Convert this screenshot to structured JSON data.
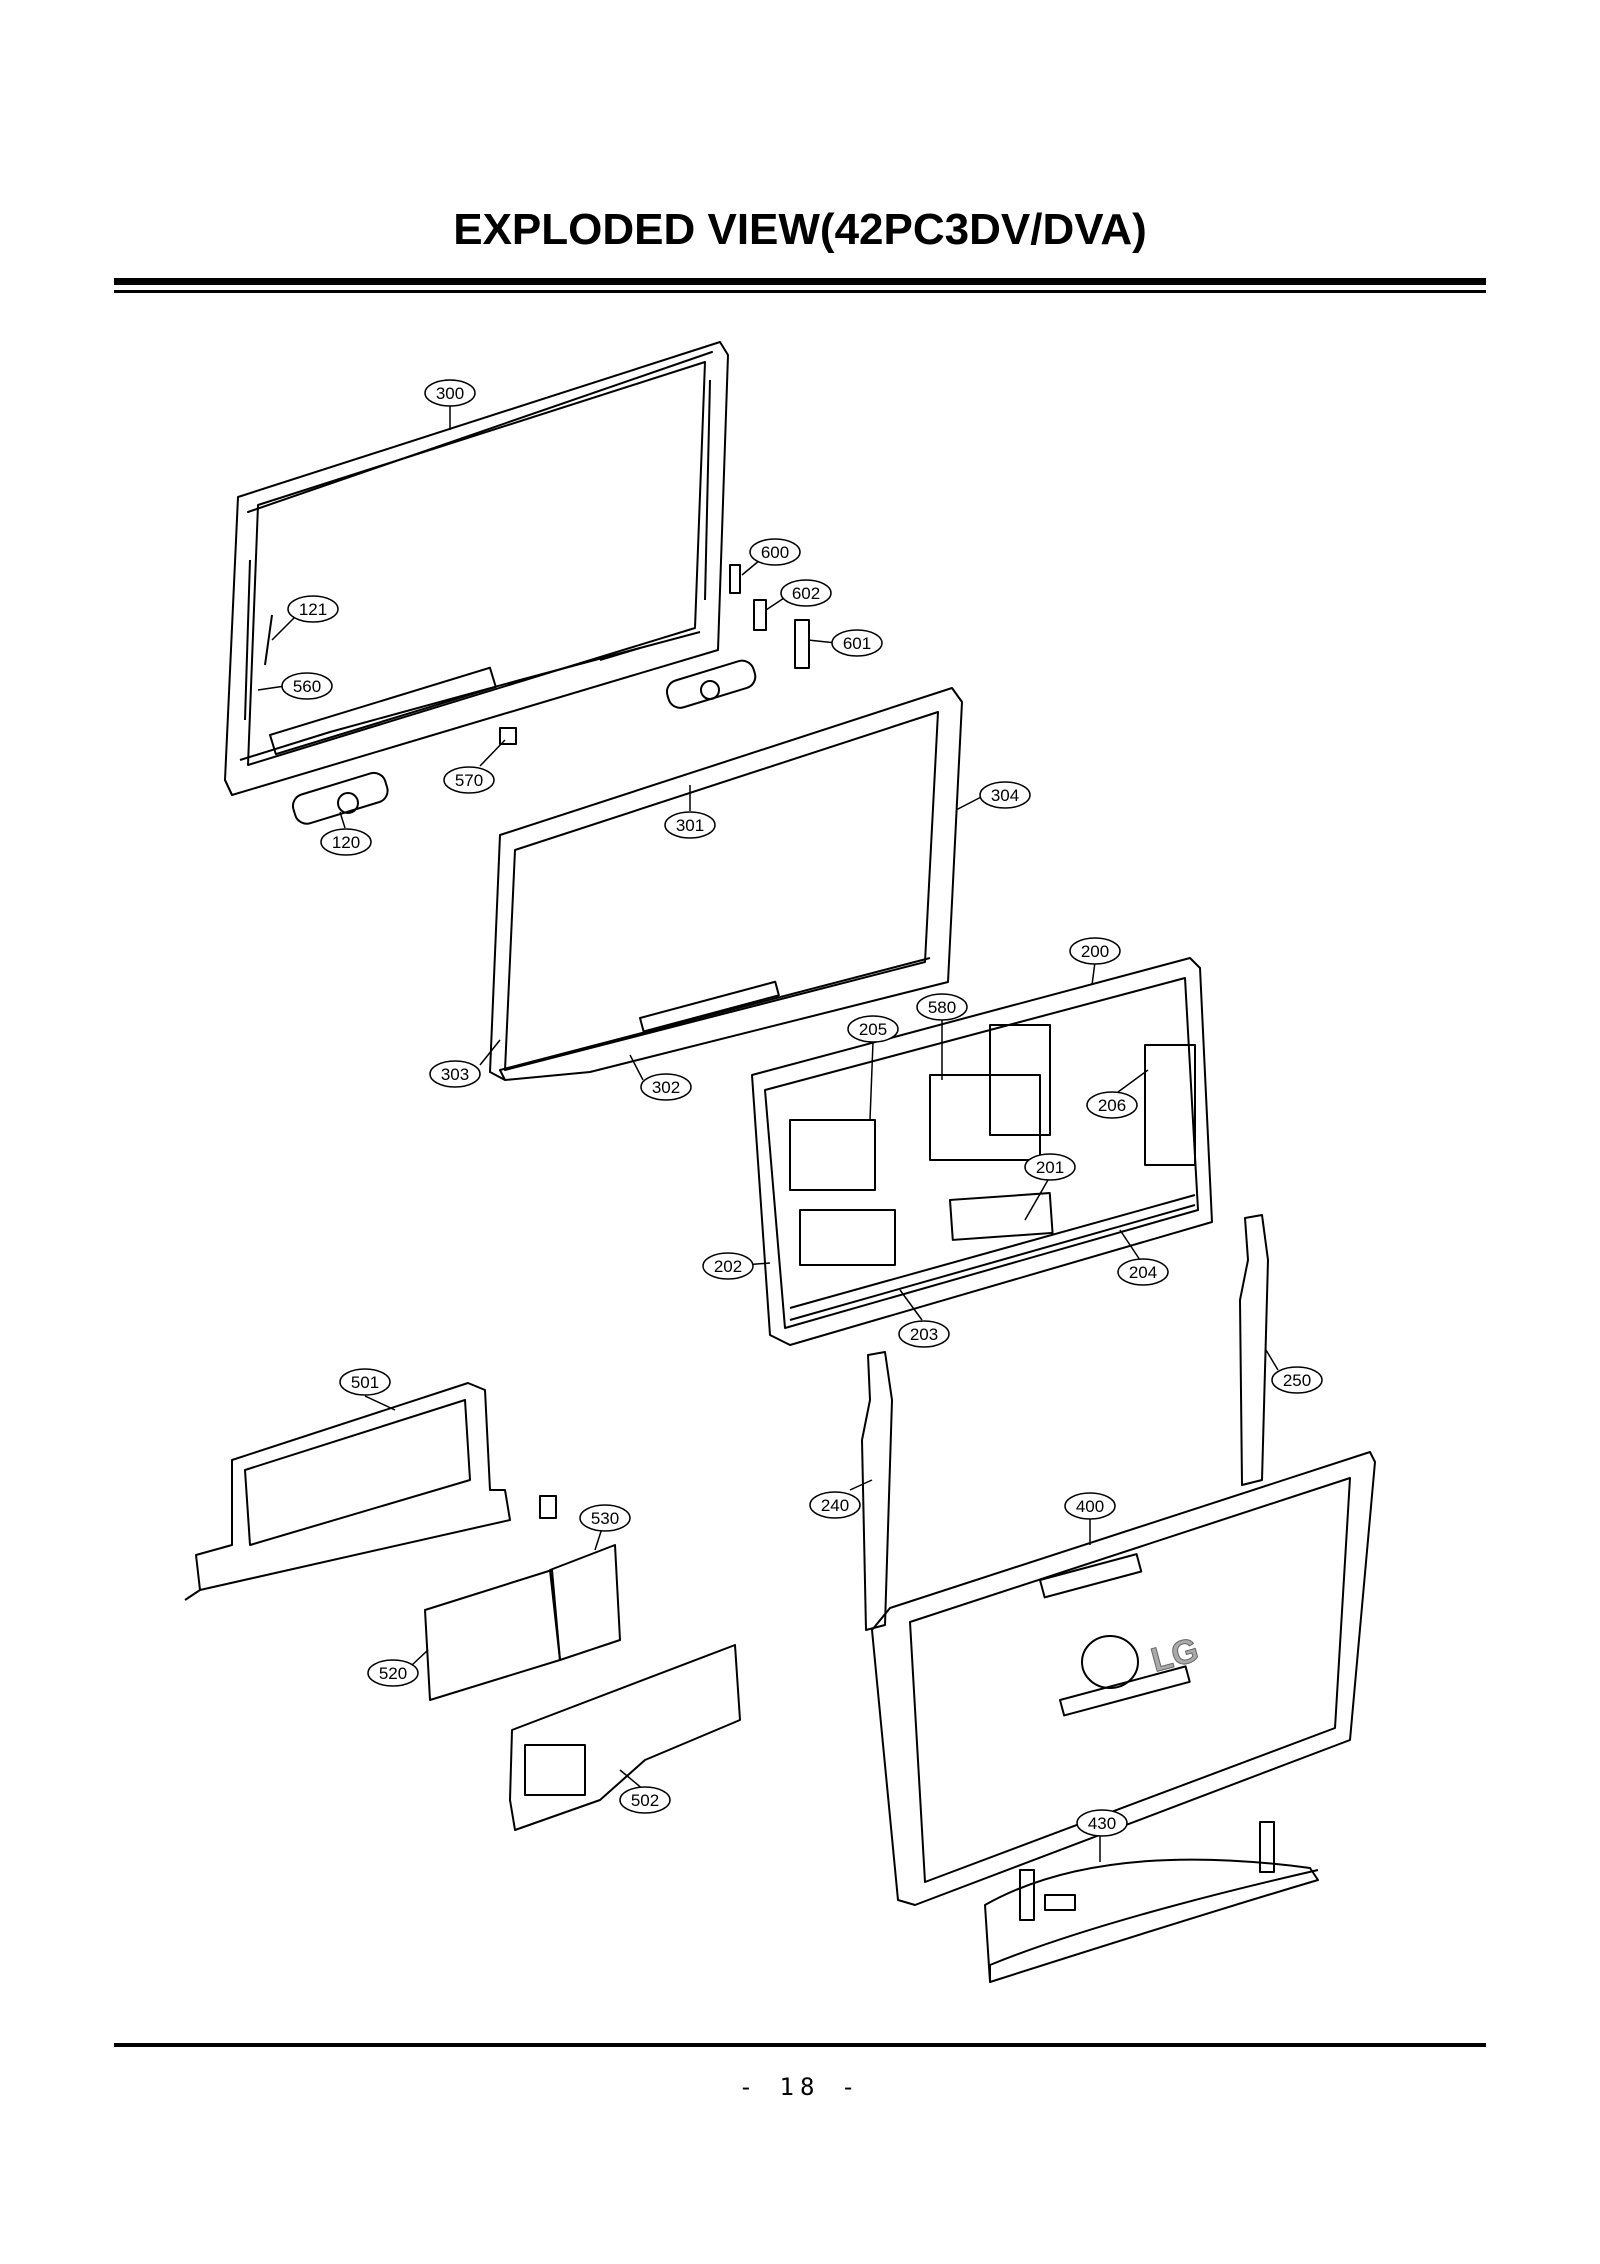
{
  "title": "EXPLODED VIEW(42PC3DV/DVA)",
  "page_number": "- 18 -",
  "logo_text": "LG",
  "callouts": {
    "c300": "300",
    "c600": "600",
    "c602": "602",
    "c601": "601",
    "c121": "121",
    "c560": "560",
    "c570": "570",
    "c120": "120",
    "c301": "301",
    "c304": "304",
    "c303": "303",
    "c302": "302",
    "c200": "200",
    "c580": "580",
    "c205": "205",
    "c206": "206",
    "c201": "201",
    "c202": "202",
    "c204": "204",
    "c203": "203",
    "c250": "250",
    "c501": "501",
    "c240": "240",
    "c400": "400",
    "c530": "530",
    "c520": "520",
    "c502": "502",
    "c430": "430"
  }
}
